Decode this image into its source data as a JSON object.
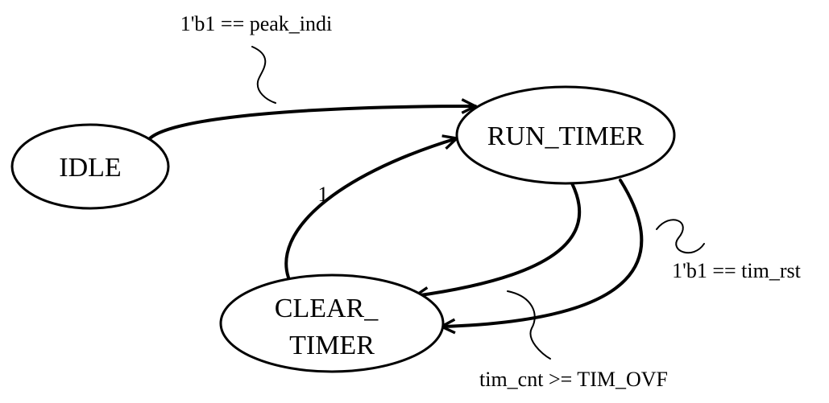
{
  "states": {
    "idle": {
      "label": "IDLE"
    },
    "run_timer": {
      "label": "RUN_TIMER"
    },
    "clear_timer": {
      "label_line1": "CLEAR_",
      "label_line2": "TIMER"
    }
  },
  "transitions": {
    "idle_to_run": {
      "condition": "1'b1 == peak_indi"
    },
    "clear_to_run": {
      "condition": "1"
    },
    "run_to_clear_overflow": {
      "condition": "tim_cnt >= TIM_OVF"
    },
    "run_to_clear_reset": {
      "condition": "1'b1 == tim_rst"
    }
  },
  "colors": {
    "stroke": "#000000",
    "background": "#ffffff"
  }
}
